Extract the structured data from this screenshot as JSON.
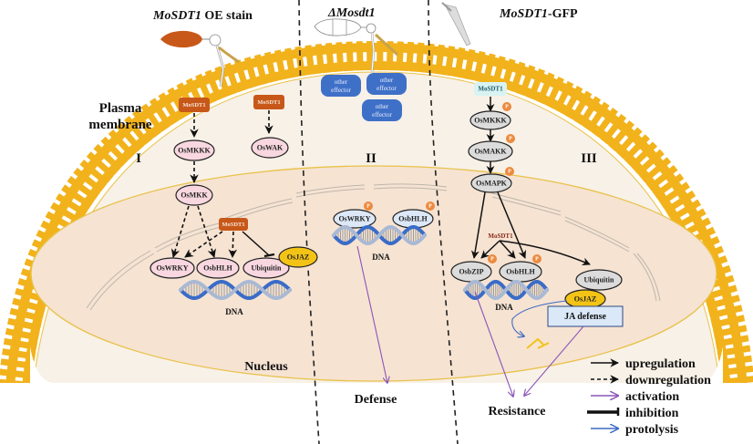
{
  "colors": {
    "membrane": "#f2b21b",
    "cytoplasm": "#f8f1e7",
    "nucleus": "#f6e3d2",
    "nucleus_border": "#e8c24a",
    "pink_node": "#f8d7e0",
    "grey_node": "#dcdcdc",
    "light_blue_node": "#dce8f7",
    "orange_box": "#c8581a",
    "effector_blue": "#3f70c8",
    "osjaz_yellow": "#f3c316",
    "phospho_orange": "#ec8a3e",
    "upregulation": "#111111",
    "activation": "#8a56b8",
    "protolysis": "#3d6bc4",
    "ja_box": "#dbe8f8",
    "mosdt1_cyan": "#d8f3f2"
  },
  "headers": {
    "panel1_italic": "MoSDT1",
    "panel1_rest": " OE stain",
    "panel2": "ΔMosdt1",
    "panel3_italic": "MoSDT1",
    "panel3_rest": "-GFP"
  },
  "labels": {
    "plasma_line1": "Plasma",
    "plasma_line2": "membrane",
    "nucleus": "Nucleus",
    "roman_1": "I",
    "roman_2": "II",
    "roman_3": "III",
    "defense": "Defense",
    "resistance": "Resistance",
    "dna": "DNA"
  },
  "panel1": {
    "mosdt1_a": "MoSDT1",
    "mosdt1_b": "MoSDT1",
    "mosdt1_c": "MoSDT1",
    "osmkkk": "OsMKKK",
    "oswak": "OsWAK",
    "osmkk": "OsMKK",
    "oswrky": "OsWRKY",
    "osbhlh": "OsbHLH",
    "ubiquitin": "Ubiquitin",
    "osjaz": "OsJAZ"
  },
  "panel2": {
    "effectors": [
      "other effector",
      "other effector",
      "other effector"
    ],
    "effector_line1": "other",
    "effector_line2": "effector",
    "oswrky": "OsWRKY",
    "osbhlh": "OsbHLH",
    "phospho": "P"
  },
  "panel3": {
    "mosdt1_top": "MoSDT1",
    "osmkkk": "OsMKKK",
    "osmakk": "OsMAKK",
    "osmapk": "OsMAPK",
    "mosdt1_mid": "MoSDT1",
    "osbzip": "OsbZIP",
    "osbhlh": "OsbHLH",
    "ubiquitin": "Ubiquitin",
    "osjaz": "OsJAZ",
    "ja_defense": "JA defense",
    "phospho": "P"
  },
  "legend": [
    {
      "key": "upregulation",
      "label": "upregulation",
      "style": "solid-arrow"
    },
    {
      "key": "downregulation",
      "label": "downregulation",
      "style": "dashed-arrow"
    },
    {
      "key": "activation",
      "label": "activation",
      "style": "purple-arrow"
    },
    {
      "key": "inhibition",
      "label": "inhibition",
      "style": "tee"
    },
    {
      "key": "protolysis",
      "label": "protolysis",
      "style": "blue-arrow"
    }
  ]
}
